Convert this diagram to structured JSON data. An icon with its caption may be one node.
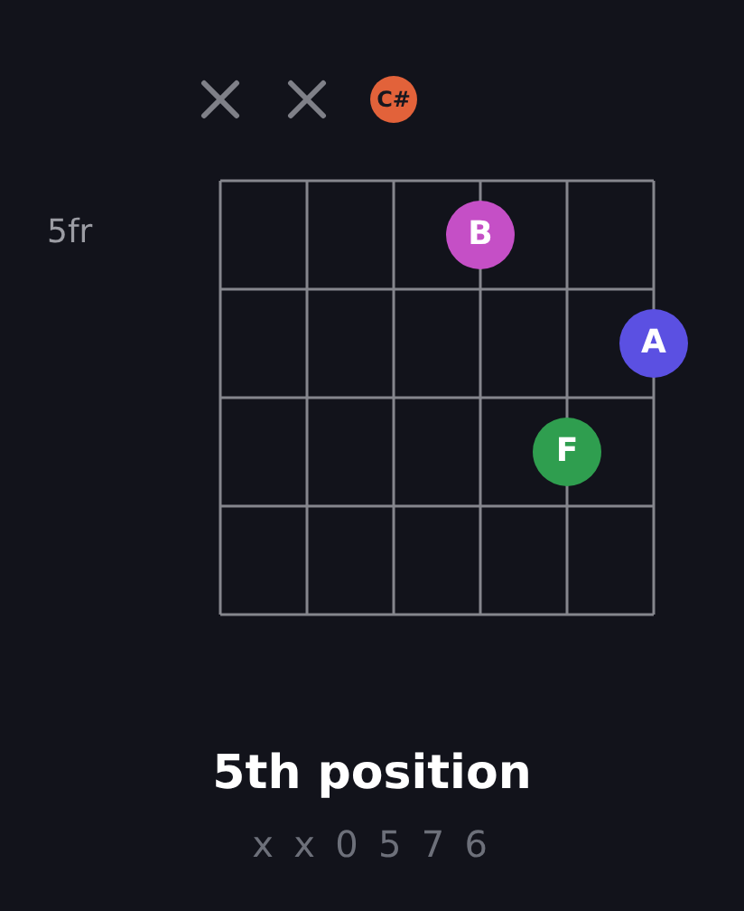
{
  "diagram": {
    "title": "5th position",
    "nodes": [
      {
        "text": [
          "C#"
        ]
      },
      {
        "text": [
          "B"
        ]
      },
      {
        "text": [
          "A"
        ]
      },
      {
        "text": [
          "F"
        ]
      }
    ],
    "labels": [
      "5fr",
      "x x 0 5 7 6"
    ]
  }
}
